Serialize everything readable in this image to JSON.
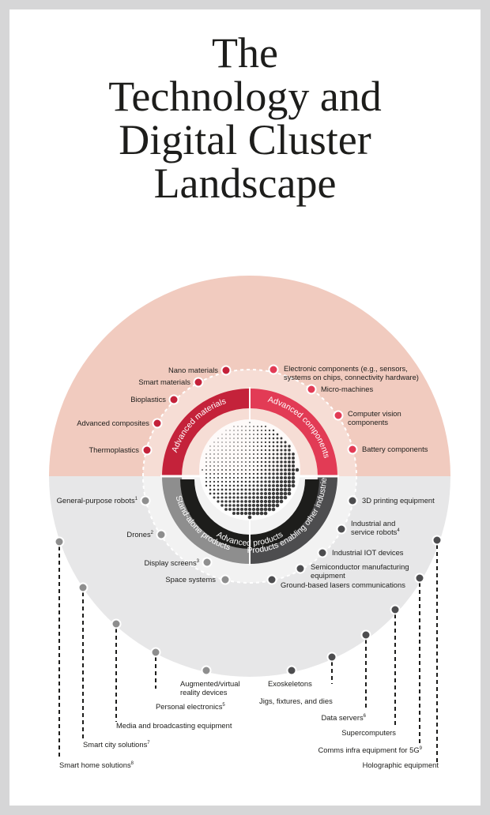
{
  "title": {
    "line1": "The",
    "line2": "Technology and",
    "line3": "Digital Cluster",
    "line4": "Landscape"
  },
  "colors": {
    "materials": "#c4223a",
    "components": "#e23b55",
    "standalone": "#8e8e8e",
    "enabling": "#4d4d4f",
    "advanced_products": "#1d1d1b",
    "upper_bg": "#f1cbbf",
    "lower_bg": "#e7e7e8"
  },
  "segments": {
    "advanced_materials": "Advanced materials",
    "advanced_components": "Advanced components",
    "standalone_products": "Stand-alone products",
    "enabling_products": "Products enabling other industries",
    "advanced_products": "Advanced products"
  },
  "materials": [
    "Nano materials",
    "Smart materials",
    "Bioplastics",
    "Advanced composites",
    "Thermoplastics"
  ],
  "components": {
    "electronic_line1": "Electronic components (e.g., sensors,",
    "electronic_line2": "systems on chips, connectivity hardware)",
    "micro_machines": "Micro-machines",
    "computer_vision_line1": "Computer vision",
    "computer_vision_line2": "components",
    "battery": "Battery components"
  },
  "standalone": {
    "robots": "General-purpose robots",
    "robots_note": "1",
    "drones": "Drones",
    "drones_note": "2",
    "display": "Display screens",
    "display_note": "3",
    "space": "Space systems"
  },
  "enabling": {
    "printing": "3D printing equipment",
    "industrial_robots_line1": "Industrial and",
    "industrial_robots_line2": "service robots",
    "industrial_robots_note": "4",
    "iot": "Industrial IOT devices",
    "semiconductor_line1": "Semiconductor manufacturing",
    "semiconductor_line2": "equipment",
    "lasers": "Ground-based lasers communications"
  },
  "outer_left": {
    "ar_vr_line1": "Augmented/virtual",
    "ar_vr_line2": "reality devices",
    "personal": "Personal electronics",
    "personal_note": "5",
    "media": "Media and broadcasting equipment",
    "smart_city": "Smart city solutions",
    "smart_city_note": "7",
    "smart_home": "Smart home solutions",
    "smart_home_note": "8"
  },
  "outer_right": {
    "exoskeletons": "Exoskeletons",
    "jigs": "Jigs, fixtures, and dies",
    "data_servers": "Data servers",
    "data_servers_note": "6",
    "supercomputers": "Supercomputers",
    "comms": "Comms infra equipment for 5G",
    "comms_note": "9",
    "holographic": "Holographic equipment"
  }
}
